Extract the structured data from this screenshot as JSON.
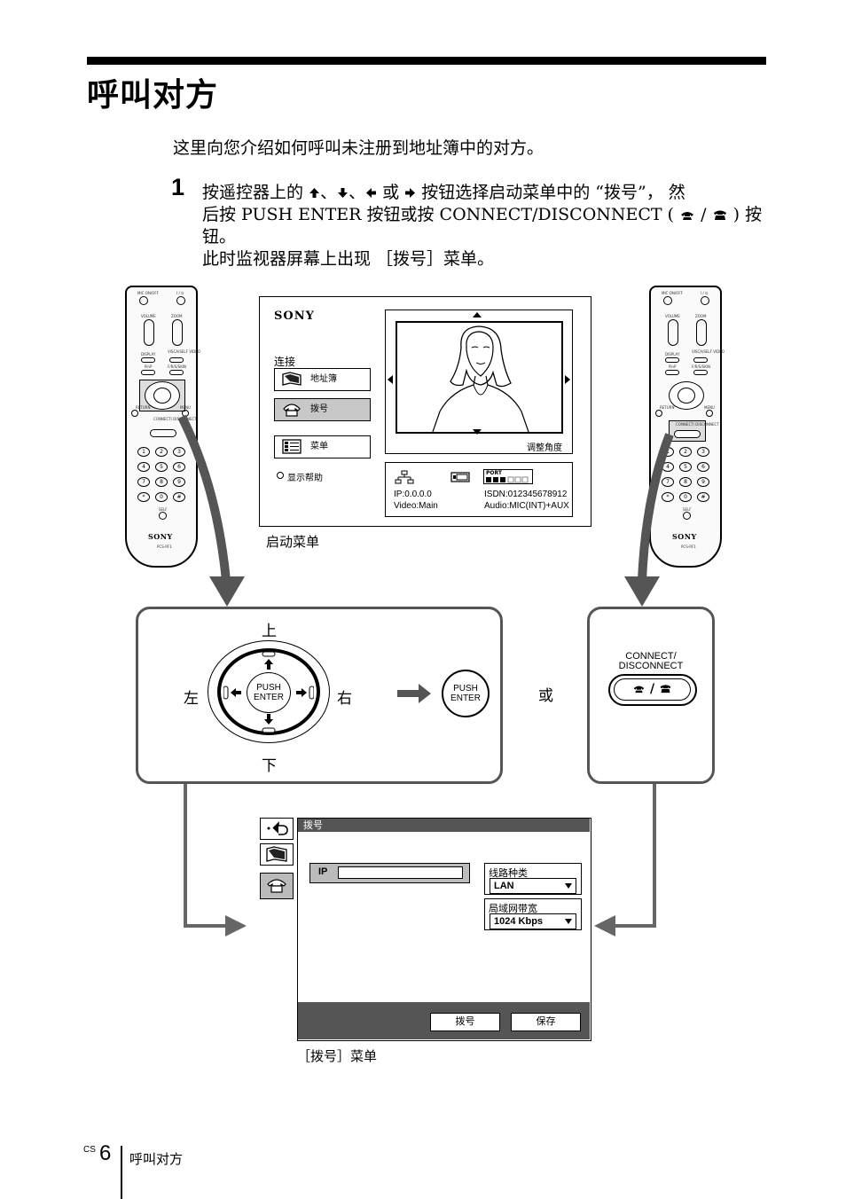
{
  "title": "呼叫对方",
  "intro": "这里向您介绍如何呼叫未注册到地址簿中的对方。",
  "step": {
    "number": "1",
    "line1_a": "按遥控器上的",
    "sep": "、",
    "line1_or": "或",
    "line1_b": "按钮选择启动菜单中的 “拨号”， 然",
    "line2_a": "后按 PUSH ENTER 按钮或按 CONNECT/DISCONNECT (",
    "slash": "/",
    "line2_b": ") 按",
    "line3": "钮。",
    "line4": "此时监视器屏幕上出现 ［拨号］菜单。"
  },
  "remote": {
    "brand": "SONY",
    "model": "PCS-RF1",
    "labels": [
      "MIC ON/OFF",
      "I / ⏻",
      "VOLUME",
      "ZOOM",
      "DISPLAY",
      "VISCA/SELF VIDEO",
      "PinP",
      "F/R/S/SKIN",
      "RETURN",
      "MENU",
      "CONNECT/ DISCONNECT",
      "SELF"
    ],
    "keys": [
      "1",
      "2",
      "3",
      "4",
      "5",
      "6",
      "7",
      "8",
      "9",
      "*",
      "0",
      "#"
    ]
  },
  "launch_menu": {
    "brand": "SONY",
    "heading": "连接",
    "items": [
      "地址簿",
      "拨号",
      "菜单"
    ],
    "help": "显示帮助",
    "adjust": "调整角度",
    "port": "PORT",
    "ip": "IP:0.0.0.0",
    "video": "Video:Main",
    "isdn": "ISDN:012345678912",
    "audio": "Audio:MIC(INT)+AUX",
    "caption": "启动菜单"
  },
  "panel_dpad": {
    "up": "上",
    "down": "下",
    "left": "左",
    "right": "右",
    "push": "PUSH",
    "enter": "ENTER"
  },
  "or_label": "或",
  "panel_connect": {
    "line1": "CONNECT/",
    "line2": "DISCONNECT",
    "slash": "/"
  },
  "dial_menu": {
    "title": "拨号",
    "ip_label": "IP",
    "line_type_label": "线路种类",
    "line_type_value": "LAN",
    "bandwidth_label": "局域网带宽",
    "bandwidth_value": "1024 Kbps",
    "dial_button": "拨号",
    "save_button": "保存",
    "caption": "［拨号］菜单"
  },
  "footer": {
    "prefix": "CS",
    "page": "6",
    "title": "呼叫对方"
  }
}
